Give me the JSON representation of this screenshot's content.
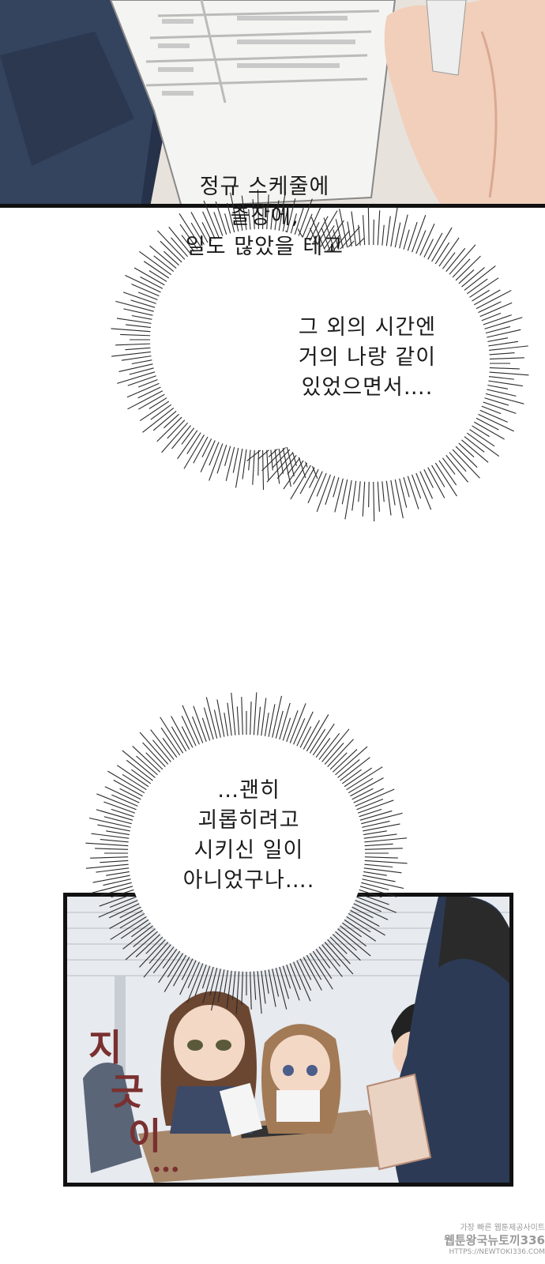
{
  "bubbles": {
    "top": {
      "lines": [
        "정규 스케줄에",
        "출장에,",
        "일도 많았을 테고",
        "그 외의 시간엔",
        "거의 나랑 같이",
        "있었으면서…."
      ]
    },
    "bottom": {
      "lines": [
        "…괜히",
        "괴롭히려고",
        "시키신 일이",
        "아니었구나…."
      ]
    }
  },
  "sfx": {
    "chars": [
      "지",
      "긋",
      "이",
      "…"
    ]
  },
  "watermark": {
    "line1": "가장 빠른 웹툰제공사이트",
    "line2": "웹툰왕국뉴토끼336",
    "line3": "HTTPS://NEWTOKI336.COM"
  },
  "colors": {
    "suit": "#34435e",
    "paper": "#f3f3f1",
    "skin": "#f0cdb8",
    "sfx": "#7a3030",
    "panel_border": "#111111"
  }
}
